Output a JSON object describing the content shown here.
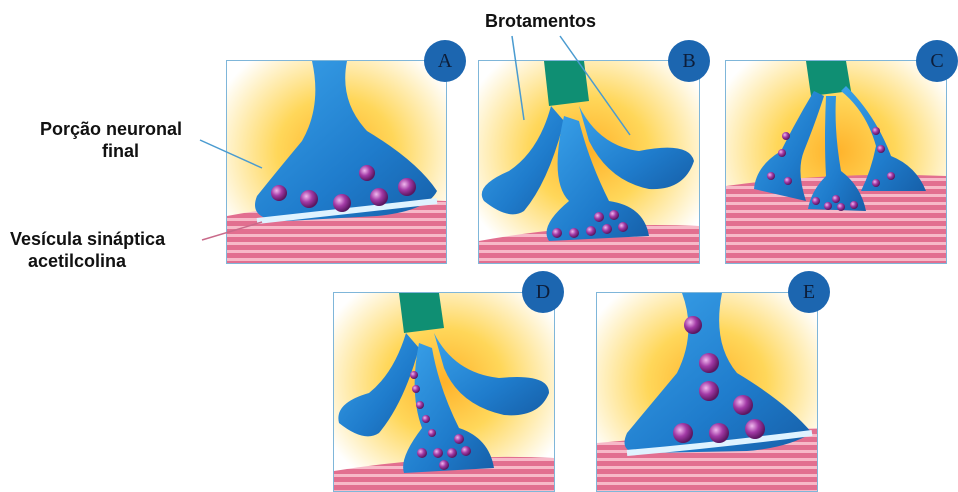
{
  "labels": {
    "sprouting": "Brotamentos",
    "terminal_line1": "Porção neuronal",
    "terminal_line2": "final",
    "vesicle_line1": "Vesícula sináptica",
    "vesicle_line2": "acetilcolina"
  },
  "panels": [
    {
      "letter": "A"
    },
    {
      "letter": "B"
    },
    {
      "letter": "C"
    },
    {
      "letter": "D"
    },
    {
      "letter": "E"
    }
  ],
  "colors": {
    "neuron": "#1f82d2",
    "axon_sheath": "#0f8f73",
    "vesicle": "#8a2a8c",
    "muscle": "#e0708f",
    "glow": "#ffd75a",
    "badge": "#1c66b0"
  }
}
